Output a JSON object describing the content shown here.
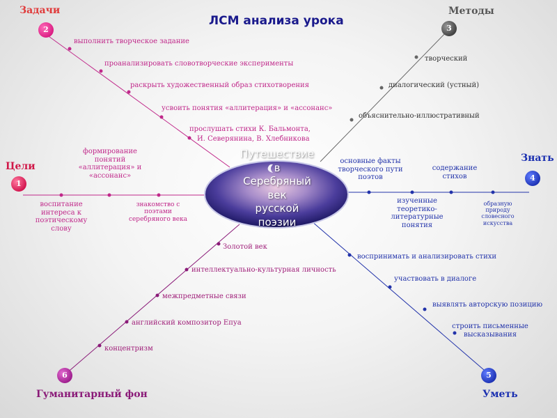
{
  "title": "ЛСМ анализа урока",
  "center": {
    "lines": [
      "Путешествие",
      "в",
      "Серебряный",
      "век",
      "русской",
      "поэзии"
    ]
  },
  "colors": {
    "tasks": "#c0288a",
    "methods": "#555555",
    "know": "#2233aa",
    "skills": "#2233aa",
    "background": "#8a1a78",
    "goals": "#c0288a"
  },
  "sections": {
    "tasks": {
      "label": "Задачи",
      "number": "2",
      "items": [
        "выполнить творческое задание",
        "проанализировать словотворческие эксперименты",
        "раскрыть художественный образ стихотворения",
        "усвоить понятия «аллитерация» и «ассонанс»",
        "прослушать стихи  К. Бальмонта,",
        "И. Северянина, В. Хлебникова"
      ]
    },
    "methods": {
      "label": "Методы",
      "number": "3",
      "items": [
        "творческий",
        "диалогический  (устный)",
        "объяснительно-иллюстративный"
      ]
    },
    "goals": {
      "label": "Цели",
      "number": "1",
      "items": [
        "формирование понятий «аллитерация» и «ассонанс»",
        "воспитание интереса к поэтическому слову",
        "знакомство с поэтами серебряного века"
      ]
    },
    "know": {
      "label": "Знать",
      "number": "4",
      "items": [
        "основные факты творческого пути поэтов",
        "содержание стихов",
        "изученные теоретико-литературные понятия",
        "образную природу словесного искусства"
      ]
    },
    "skills": {
      "label": "Уметь",
      "number": "5",
      "items": [
        "воспринимать и анализировать стихи",
        "участвовать в диалоге",
        "выявлять авторскую позицию",
        "строить письменные высказывания"
      ]
    },
    "background": {
      "label": "Гуманитарный  фон",
      "number": "6",
      "items": [
        "Золотой век",
        "интеллектуально-культурная личность",
        "межпредметные связи",
        "английский композитор Eпуа",
        "концентризм"
      ]
    }
  }
}
